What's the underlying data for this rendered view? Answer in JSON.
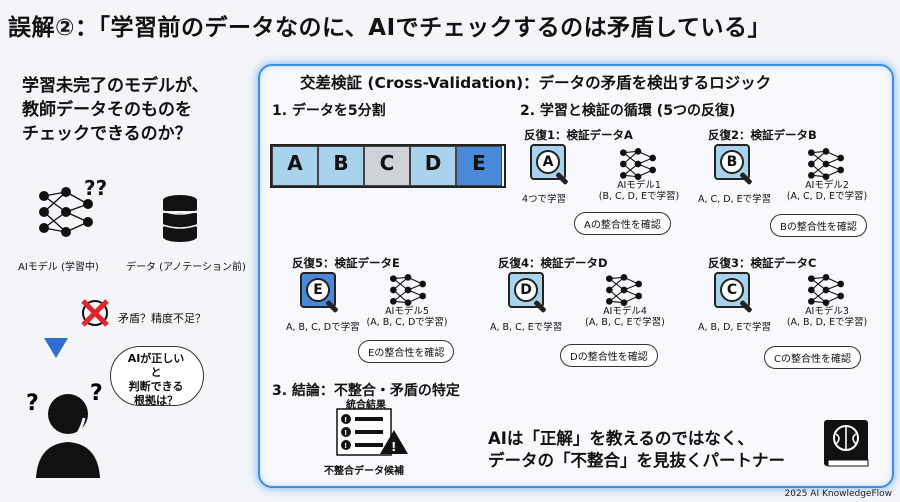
{
  "title": "誤解②：「学習前のデータなのに、AIでチェックするのは矛盾している」",
  "question": "学習未完了のモデルが、\n教師データそのものを\nチェックできるのか？",
  "left": {
    "model_label": "AIモデル (学習中)",
    "data_label": "データ (アノテーション前)",
    "qmark": "??",
    "warning_label": "矛盾？精度不足？",
    "thought": "AIが正しいと\n判断できる\n根拠は？"
  },
  "panel": {
    "title": "交差検証 (Cross-Validation)：データの矛盾を検出するロジック",
    "section1": "1. データを5分割",
    "section2": "2. 学習と検証の循環 (5つの反復)",
    "section3": "3. 結論：不整合・矛盾の特定",
    "segments": [
      "A",
      "B",
      "C",
      "D",
      "E"
    ],
    "segment_colors": [
      "#a9d3ec",
      "#a9d3ec",
      "#cfd3d8",
      "#a9d3ec",
      "#4a88d8"
    ],
    "iterations": [
      {
        "label": "反復1：検証データA",
        "letter": "A",
        "train": "4つで学習",
        "model": "AIモデル1",
        "model_sub": "(B, C, D, Eで学習)",
        "check": "Aの整合性を確認"
      },
      {
        "label": "反復2：検証データB",
        "letter": "B",
        "train": "A, C, D, Eで学習",
        "model": "AIモデル2",
        "model_sub": "(A, C, D, Eで学習)",
        "check": "Bの整合性を確認"
      },
      {
        "label": "反復3：検証データC",
        "letter": "C",
        "train": "A, B, D, Eで学習",
        "model": "AIモデル3",
        "model_sub": "(A, B, D, Eで学習)",
        "check": "Cの整合性を確認"
      },
      {
        "label": "反復4：検証データD",
        "letter": "D",
        "train": "A, B, C, Eで学習",
        "model": "AIモデル4",
        "model_sub": "(A, B, C, Eで学習)",
        "check": "Dの整合性を確認"
      },
      {
        "label": "反復5：検証データE",
        "letter": "E",
        "train": "A, B, C, Dで学習",
        "model": "AIモデル5",
        "model_sub": "(A, B, C, Dで学習)",
        "check": "Eの整合性を確認"
      }
    ],
    "result_title": "統合結果",
    "result_caption": "不整合データ候補",
    "conclusion": "AIは「正解」を教えるのではなく、\nデータの「不整合」を見抜くパートナー"
  },
  "copyright": "2025 AI KnowledgeFlow"
}
